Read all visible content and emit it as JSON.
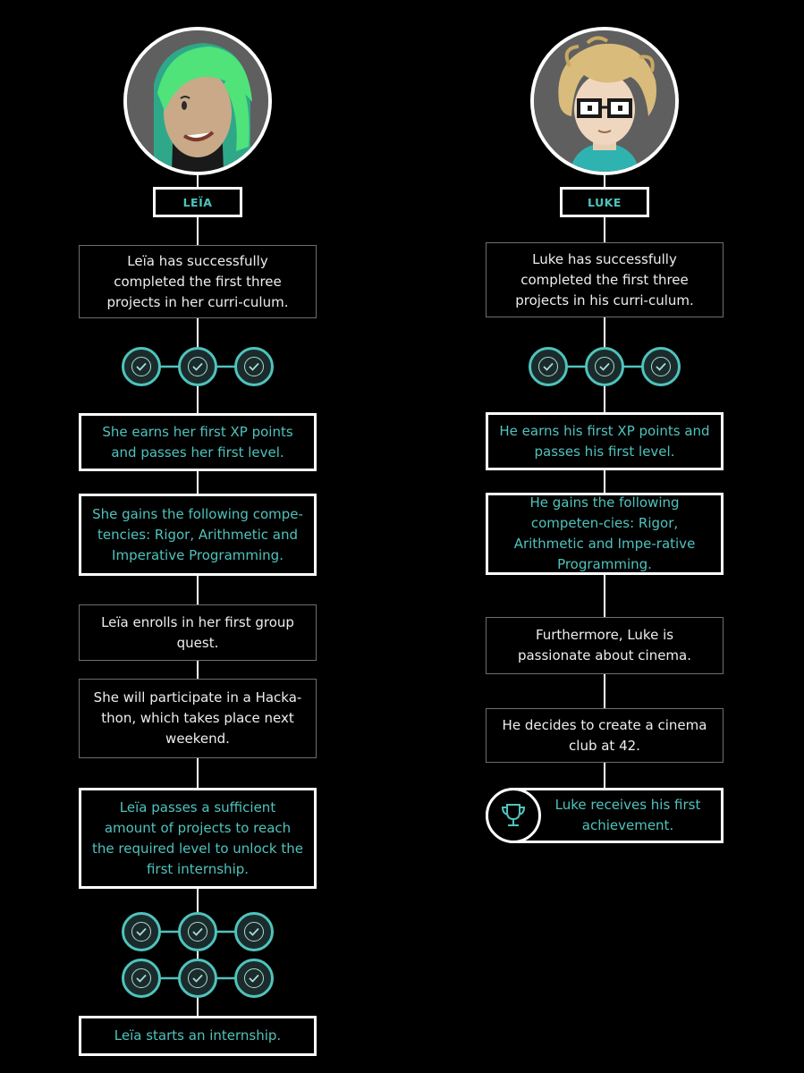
{
  "colors": {
    "background": "#000000",
    "accent": "#4fc3bd",
    "line": "#ffffff",
    "plain_border": "#6e6e6e"
  },
  "left": {
    "name": "LEÏA",
    "step1": "Leïa has successfully completed the first three projects in her curri-culum.",
    "step2": "She earns her first XP points and passes her first level.",
    "step3": "She gains the following compe-tencies: Rigor, Arithmetic and Imperative Programming.",
    "step4": "Leïa enrolls in her first group quest.",
    "step5": "She will participate in a Hacka-thon, which takes place next weekend.",
    "step6": "Leïa passes a sufficient amount of projects to reach the required level to unlock the first internship.",
    "step7": "Leïa starts an internship."
  },
  "right": {
    "name": "LUKE",
    "step1": "Luke has successfully completed the first three projects in his curri-culum.",
    "step2": "He earns his first XP points and passes his first level.",
    "step3": "He gains the following competen-cies: Rigor, Arithmetic and Impe-rative Programming.",
    "step4": "Furthermore, Luke is passionate about cinema.",
    "step5": "He decides to create a cinema club at 42.",
    "step6": "Luke receives his first achievement."
  },
  "icons": {
    "check": "check-circle-icon",
    "trophy": "trophy-icon"
  }
}
